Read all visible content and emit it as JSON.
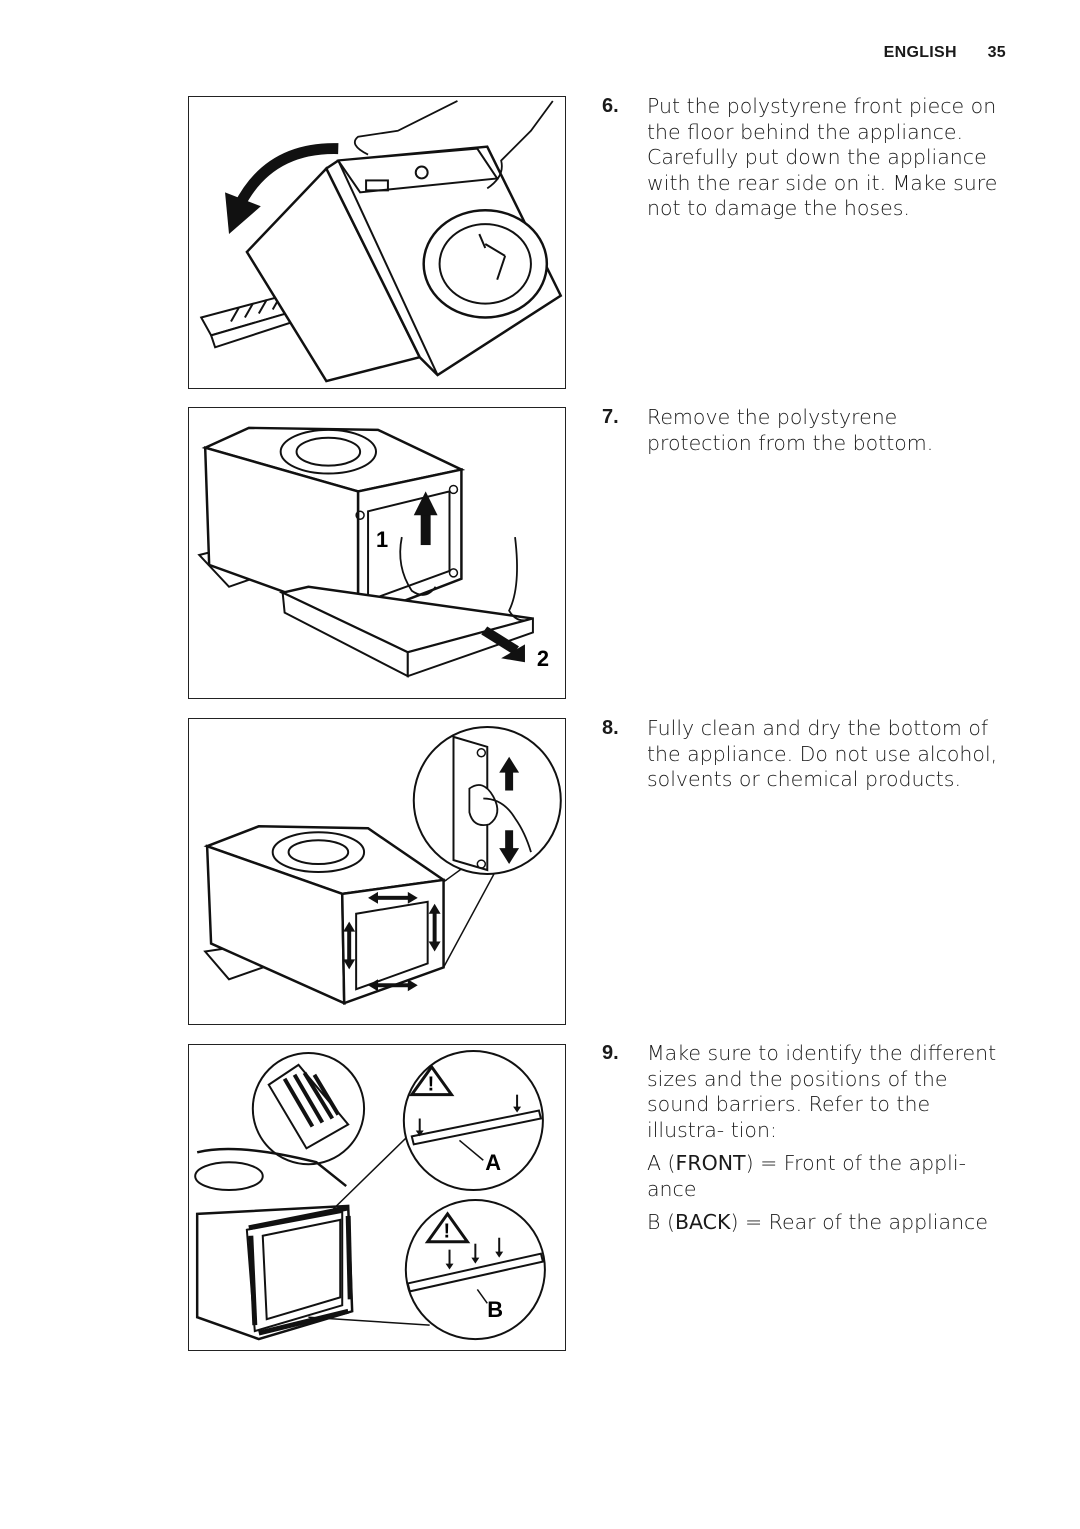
{
  "header": {
    "language": "ENGLISH",
    "page_number": "35"
  },
  "steps": [
    {
      "number": "6.",
      "text": "Put the polystyrene front piece on the floor behind the appliance. Carefully put down the appliance with the rear side on it. Make sure not to damage the hoses."
    },
    {
      "number": "7.",
      "text": "Remove the polystyrene protection from the bottom."
    },
    {
      "number": "8.",
      "text": "Fully clean and dry the bottom of the appliance. Do not use alcohol, solvents or chemical products."
    },
    {
      "number": "9.",
      "text": "Make sure to identify the different sizes and the positions of the sound barriers. Refer to the illustra- tion:",
      "front": {
        "letter": "A",
        "open": " (",
        "keyword": "FRONT",
        "rest": ") = Front of the appli- ance"
      },
      "back": {
        "letter": "B",
        "open": " (",
        "keyword": "BACK",
        "rest": ") = Rear of the appliance"
      }
    }
  ],
  "figure_labels": {
    "fig2_label_1": "1",
    "fig2_label_2": "2",
    "fig4_label_a": "A",
    "fig4_label_b": "B"
  }
}
